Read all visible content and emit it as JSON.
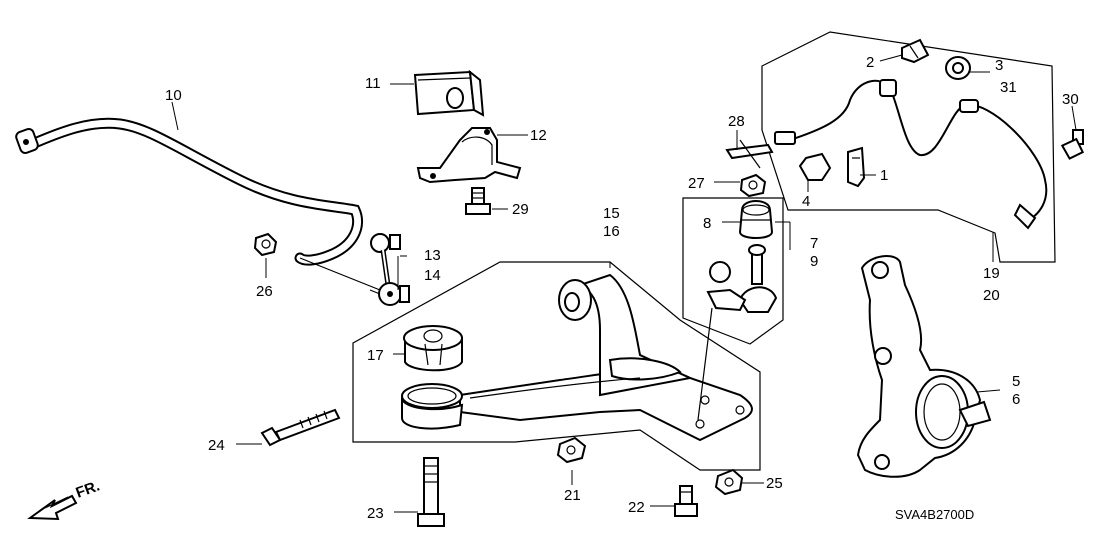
{
  "labels": {
    "p1": "1",
    "p2": "2",
    "p3": "3",
    "p4": "4",
    "p5": "5",
    "p6": "6",
    "p7": "7",
    "p8": "8",
    "p9": "9",
    "p10": "10",
    "p11": "11",
    "p12": "12",
    "p13": "13",
    "p14": "14",
    "p15": "15",
    "p16": "16",
    "p17": "17",
    "p19": "19",
    "p20": "20",
    "p21": "21",
    "p22": "22",
    "p23": "23",
    "p24": "24",
    "p25": "25",
    "p26": "26",
    "p27": "27",
    "p28": "28",
    "p29": "29",
    "p30": "30",
    "p31": "31"
  },
  "direction": "FR.",
  "diagram_code": "SVA4B2700D"
}
